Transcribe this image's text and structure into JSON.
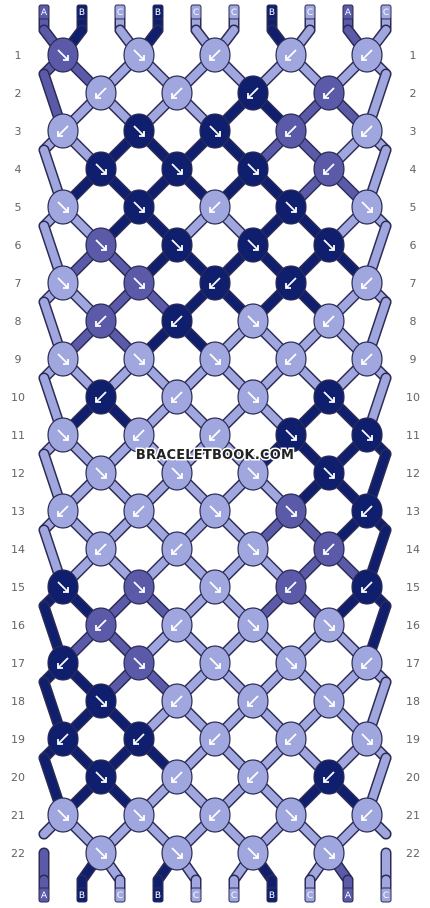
{
  "watermark": "BRACELETBOOK.COM",
  "colors": {
    "A": "#5a5aa8",
    "B": "#0f1f6e",
    "C": "#a0a6de"
  },
  "top_strands": [
    "A",
    "B",
    "C",
    "B",
    "C",
    "C",
    "B",
    "C",
    "A",
    "C"
  ],
  "bottom_strands": [
    "A",
    "B",
    "C",
    "B",
    "C",
    "C",
    "B",
    "C",
    "A",
    "C"
  ],
  "row_numbers": [
    "1",
    "2",
    "3",
    "4",
    "5",
    "6",
    "7",
    "8",
    "9",
    "10",
    "11",
    "12",
    "13",
    "14",
    "15",
    "16",
    "17",
    "18",
    "19",
    "20",
    "21",
    "22"
  ],
  "knot_rows": [
    [
      {
        "c": "A",
        "d": "se"
      },
      {
        "c": "C",
        "d": "se"
      },
      {
        "c": "C",
        "d": "sw"
      },
      {
        "c": "C",
        "d": "sw"
      },
      {
        "c": "C",
        "d": "sw"
      }
    ],
    [
      {
        "c": "C",
        "d": "sw"
      },
      {
        "c": "C",
        "d": "sw"
      },
      {
        "c": "B",
        "d": "sw"
      },
      {
        "c": "A",
        "d": "sw"
      }
    ],
    [
      {
        "c": "C",
        "d": "sw"
      },
      {
        "c": "B",
        "d": "se"
      },
      {
        "c": "B",
        "d": "se"
      },
      {
        "c": "A",
        "d": "sw"
      },
      {
        "c": "C",
        "d": "sw"
      }
    ],
    [
      {
        "c": "B",
        "d": "se"
      },
      {
        "c": "B",
        "d": "se"
      },
      {
        "c": "B",
        "d": "se"
      },
      {
        "c": "A",
        "d": "sw"
      }
    ],
    [
      {
        "c": "C",
        "d": "se"
      },
      {
        "c": "B",
        "d": "se"
      },
      {
        "c": "C",
        "d": "sw"
      },
      {
        "c": "B",
        "d": "se"
      },
      {
        "c": "C",
        "d": "se"
      }
    ],
    [
      {
        "c": "A",
        "d": "se"
      },
      {
        "c": "B",
        "d": "se"
      },
      {
        "c": "B",
        "d": "se"
      },
      {
        "c": "B",
        "d": "se"
      }
    ],
    [
      {
        "c": "C",
        "d": "se"
      },
      {
        "c": "A",
        "d": "se"
      },
      {
        "c": "B",
        "d": "sw"
      },
      {
        "c": "B",
        "d": "sw"
      },
      {
        "c": "C",
        "d": "sw"
      }
    ],
    [
      {
        "c": "A",
        "d": "sw"
      },
      {
        "c": "B",
        "d": "sw"
      },
      {
        "c": "C",
        "d": "se"
      },
      {
        "c": "C",
        "d": "sw"
      }
    ],
    [
      {
        "c": "C",
        "d": "se"
      },
      {
        "c": "C",
        "d": "se"
      },
      {
        "c": "C",
        "d": "se"
      },
      {
        "c": "C",
        "d": "sw"
      },
      {
        "c": "C",
        "d": "sw"
      }
    ],
    [
      {
        "c": "B",
        "d": "sw"
      },
      {
        "c": "C",
        "d": "sw"
      },
      {
        "c": "C",
        "d": "se"
      },
      {
        "c": "B",
        "d": "se"
      }
    ],
    [
      {
        "c": "C",
        "d": "se"
      },
      {
        "c": "C",
        "d": "sw"
      },
      {
        "c": "C",
        "d": "sw"
      },
      {
        "c": "B",
        "d": "se"
      },
      {
        "c": "B",
        "d": "se"
      }
    ],
    [
      {
        "c": "C",
        "d": "se"
      },
      {
        "c": "C",
        "d": "se"
      },
      {
        "c": "C",
        "d": "se"
      },
      {
        "c": "B",
        "d": "se"
      }
    ],
    [
      {
        "c": "C",
        "d": "sw"
      },
      {
        "c": "C",
        "d": "sw"
      },
      {
        "c": "C",
        "d": "se"
      },
      {
        "c": "A",
        "d": "se"
      },
      {
        "c": "B",
        "d": "sw"
      }
    ],
    [
      {
        "c": "C",
        "d": "sw"
      },
      {
        "c": "C",
        "d": "sw"
      },
      {
        "c": "C",
        "d": "se"
      },
      {
        "c": "A",
        "d": "sw"
      }
    ],
    [
      {
        "c": "B",
        "d": "se"
      },
      {
        "c": "A",
        "d": "se"
      },
      {
        "c": "C",
        "d": "se"
      },
      {
        "c": "A",
        "d": "sw"
      },
      {
        "c": "B",
        "d": "sw"
      }
    ],
    [
      {
        "c": "A",
        "d": "sw"
      },
      {
        "c": "C",
        "d": "sw"
      },
      {
        "c": "C",
        "d": "se"
      },
      {
        "c": "C",
        "d": "se"
      }
    ],
    [
      {
        "c": "B",
        "d": "sw"
      },
      {
        "c": "A",
        "d": "se"
      },
      {
        "c": "C",
        "d": "se"
      },
      {
        "c": "C",
        "d": "se"
      },
      {
        "c": "C",
        "d": "sw"
      }
    ],
    [
      {
        "c": "B",
        "d": "se"
      },
      {
        "c": "C",
        "d": "sw"
      },
      {
        "c": "C",
        "d": "sw"
      },
      {
        "c": "C",
        "d": "se"
      }
    ],
    [
      {
        "c": "B",
        "d": "sw"
      },
      {
        "c": "B",
        "d": "sw"
      },
      {
        "c": "C",
        "d": "sw"
      },
      {
        "c": "C",
        "d": "sw"
      },
      {
        "c": "C",
        "d": "se"
      }
    ],
    [
      {
        "c": "B",
        "d": "se"
      },
      {
        "c": "C",
        "d": "sw"
      },
      {
        "c": "C",
        "d": "sw"
      },
      {
        "c": "B",
        "d": "sw"
      }
    ],
    [
      {
        "c": "C",
        "d": "se"
      },
      {
        "c": "C",
        "d": "se"
      },
      {
        "c": "C",
        "d": "sw"
      },
      {
        "c": "C",
        "d": "se"
      },
      {
        "c": "C",
        "d": "sw"
      }
    ],
    [
      {
        "c": "C",
        "d": "se"
      },
      {
        "c": "C",
        "d": "se"
      },
      {
        "c": "C",
        "d": "se"
      },
      {
        "c": "C",
        "d": "se"
      }
    ]
  ]
}
